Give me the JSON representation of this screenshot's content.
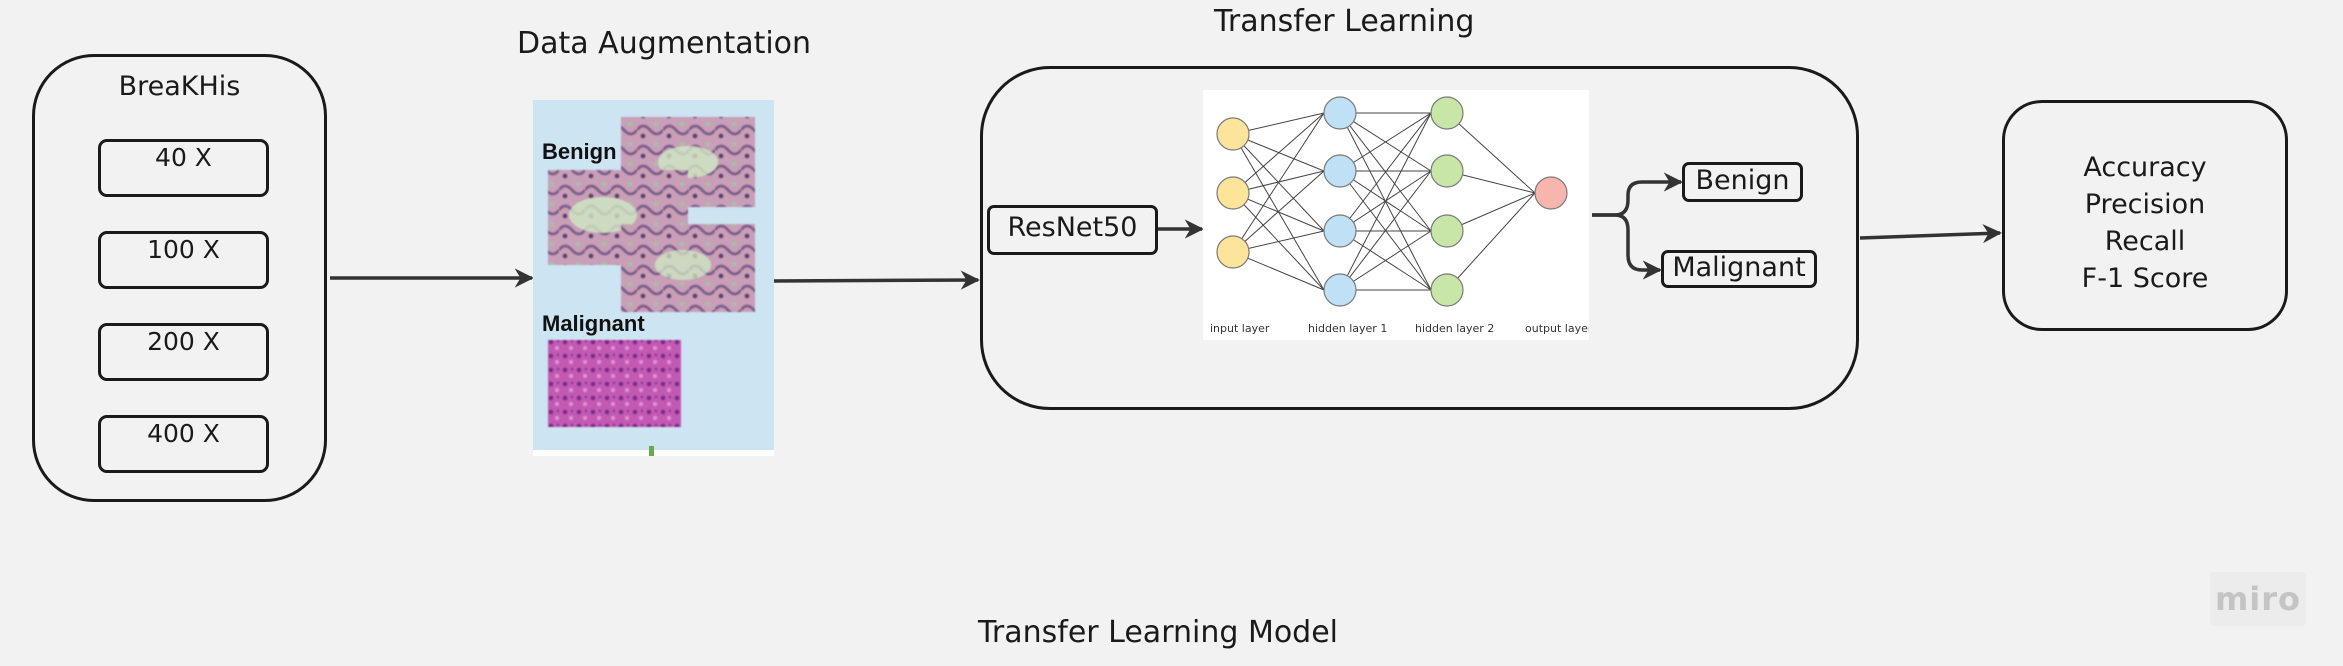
{
  "breakhis": {
    "title": "BreaKHis",
    "magnifications": [
      "40 X",
      "100 X",
      "200 X",
      "400 X"
    ]
  },
  "augmentation": {
    "title": "Data Augmentation",
    "benign_label": "Benign",
    "malignant_label": "Malignant"
  },
  "transfer": {
    "title": "Transfer Learning",
    "model_label": "ResNet50",
    "network": {
      "layer_labels": [
        "input layer",
        "hidden layer 1",
        "hidden layer 2",
        "output layer"
      ],
      "layer_sizes": [
        3,
        4,
        4,
        1
      ],
      "layer_colors": [
        "#fce49a",
        "#bfe0f5",
        "#c8e6a8",
        "#f7b5ae"
      ]
    },
    "outputs": [
      "Benign",
      "Malignant"
    ]
  },
  "metrics": [
    "Accuracy",
    "Precision",
    "Recall",
    "F-1 Score"
  ],
  "footer_title": "Transfer Learning Model",
  "watermark": "miro"
}
